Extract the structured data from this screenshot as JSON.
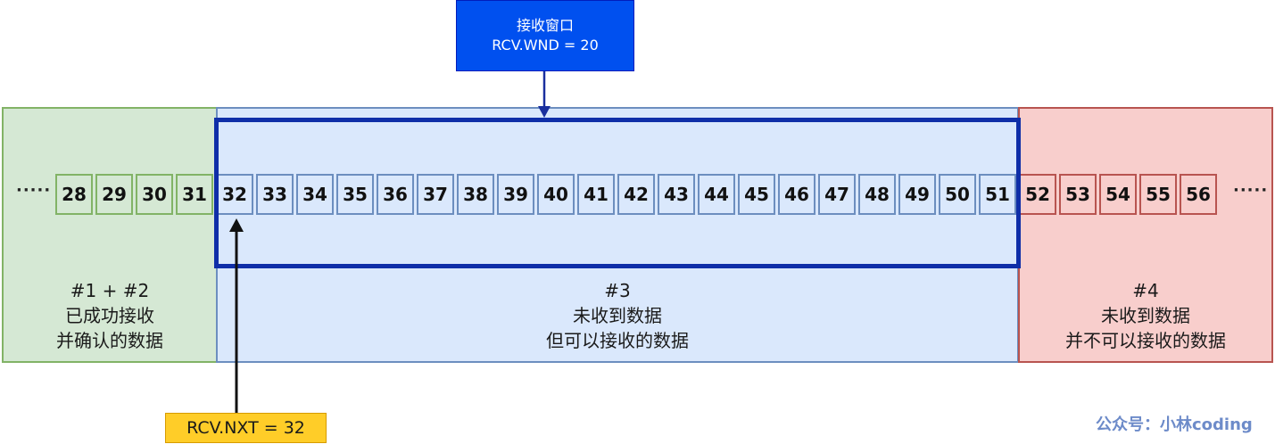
{
  "window_label": {
    "line1": "接收窗口",
    "line2": "RCV.WND = 20"
  },
  "nxt_label": "RCV.NXT = 32",
  "ellipsis_left": "·····",
  "ellipsis_right": "·····",
  "cells": {
    "received": [
      "28",
      "29",
      "30",
      "31"
    ],
    "acceptable": [
      "32",
      "33",
      "34",
      "35",
      "36",
      "37",
      "38",
      "39",
      "40",
      "41",
      "42",
      "43",
      "44",
      "45",
      "46",
      "47",
      "48",
      "49",
      "50",
      "51"
    ],
    "not_acceptable": [
      "52",
      "53",
      "54",
      "55",
      "56"
    ]
  },
  "captions": {
    "received": [
      "#1 + #2",
      "已成功接收",
      "并确认的数据"
    ],
    "acceptable": [
      "#3",
      "未收到数据",
      "但可以接收的数据"
    ],
    "not_acceptable": [
      "#4",
      "未收到数据",
      "并不可以接收的数据"
    ]
  },
  "watermark": "公众号：小林coding",
  "colors": {
    "received_fill": "#d5e8d4",
    "received_border": "#82b366",
    "acceptable_fill": "#dae8fc",
    "acceptable_border": "#6c8ebf",
    "not_acceptable_fill": "#f8cecc",
    "not_acceptable_border": "#b85450",
    "window_frame": "#0f2ea8",
    "window_label_fill": "#0050ef",
    "nxt_label_fill": "#ffcd28"
  }
}
